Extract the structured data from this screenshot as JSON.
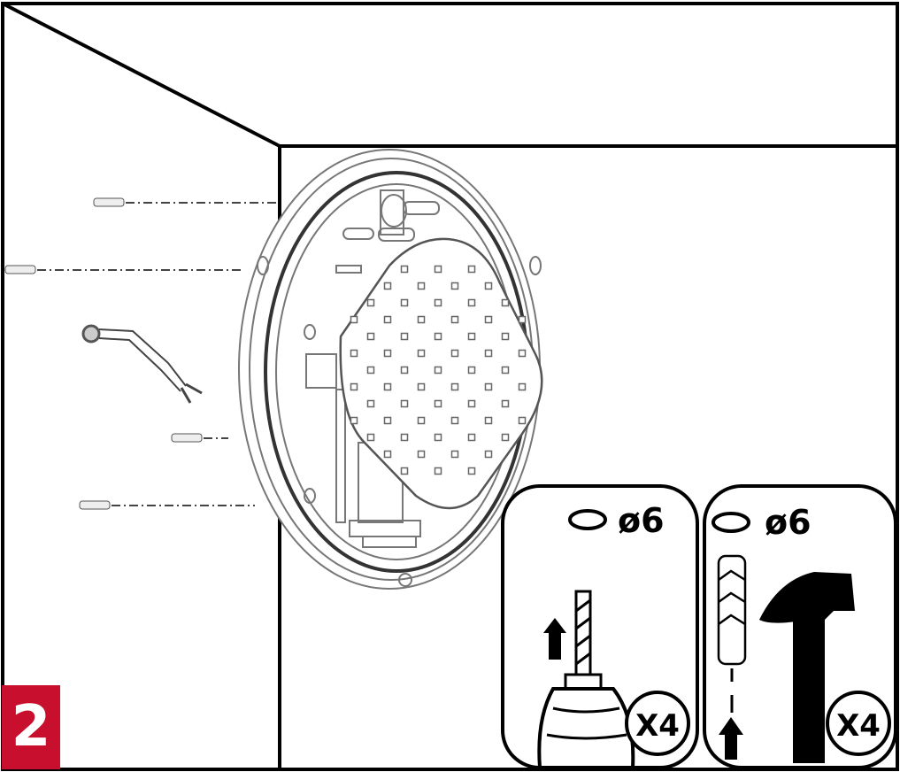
{
  "step": {
    "number": "2",
    "badge_color": "#c8102e"
  },
  "panels": [
    {
      "id": "drill",
      "diameter_label": "ø6",
      "count_label": "X4",
      "icon": "drill-icon"
    },
    {
      "id": "anchor",
      "diameter_label": "ø6",
      "count_label": "X4",
      "icon": "hammer-icon"
    }
  ]
}
